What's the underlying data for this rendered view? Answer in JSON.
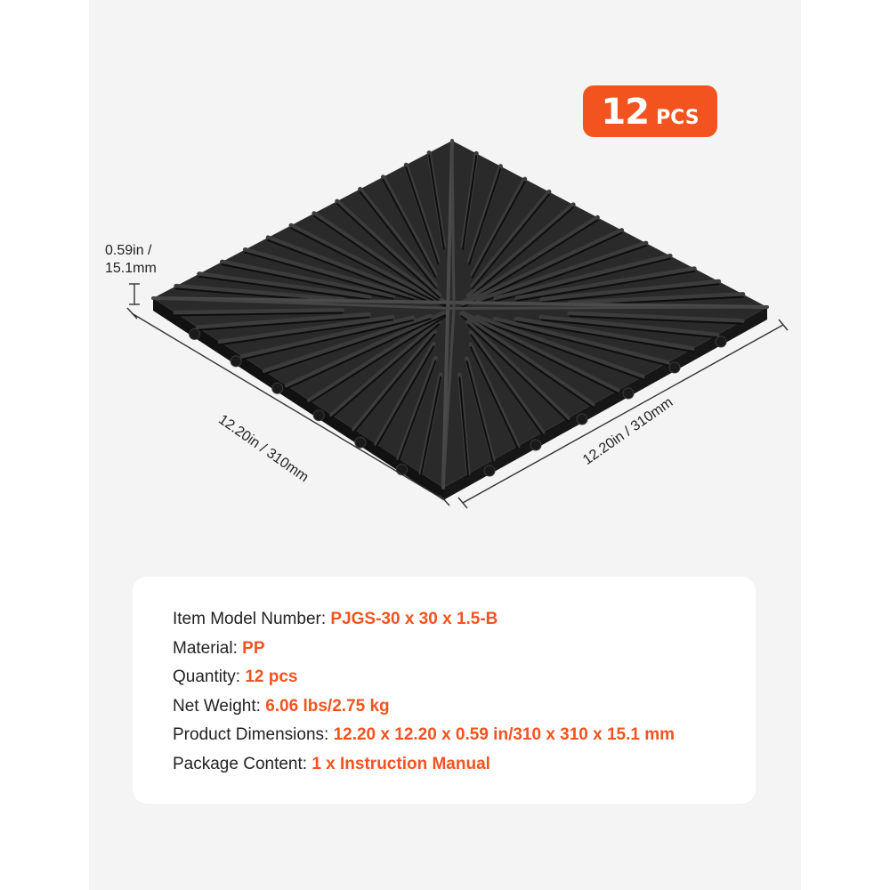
{
  "badge": {
    "count": "12",
    "unit": "PCS"
  },
  "dimensions": {
    "height_line1": "0.59in /",
    "height_line2": "15.1mm",
    "width_left": "12.20in / 310mm",
    "width_right": "12.20in / 310mm"
  },
  "specs": [
    {
      "label": "Item Model Number: ",
      "value": "PJGS-30 x 30 x 1.5-B"
    },
    {
      "label": "Material: ",
      "value": "PP"
    },
    {
      "label": "Quantity: ",
      "value": "12 pcs"
    },
    {
      "label": "Net Weight: ",
      "value": "6.06 lbs/2.75 kg"
    },
    {
      "label": "Product Dimensions: ",
      "value": "12.20 x 12.20 x 0.59 in/310 x 310 x 15.1 mm"
    },
    {
      "label": "Package Content: ",
      "value": "1 x Instruction Manual"
    }
  ],
  "colors": {
    "accent": "#f2531f",
    "background": "#f4f4f4",
    "tile": "#1e1e1e",
    "text": "#222222"
  }
}
